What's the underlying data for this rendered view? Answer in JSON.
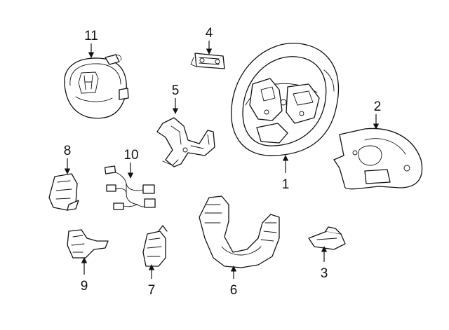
{
  "callouts": {
    "c1": "1",
    "c2": "2",
    "c3": "3",
    "c4": "4",
    "c5": "5",
    "c6": "6",
    "c7": "7",
    "c8": "8",
    "c9": "9",
    "c10": "10",
    "c11": "11"
  },
  "style": {
    "line_color": "#111111",
    "background": "#ffffff"
  }
}
